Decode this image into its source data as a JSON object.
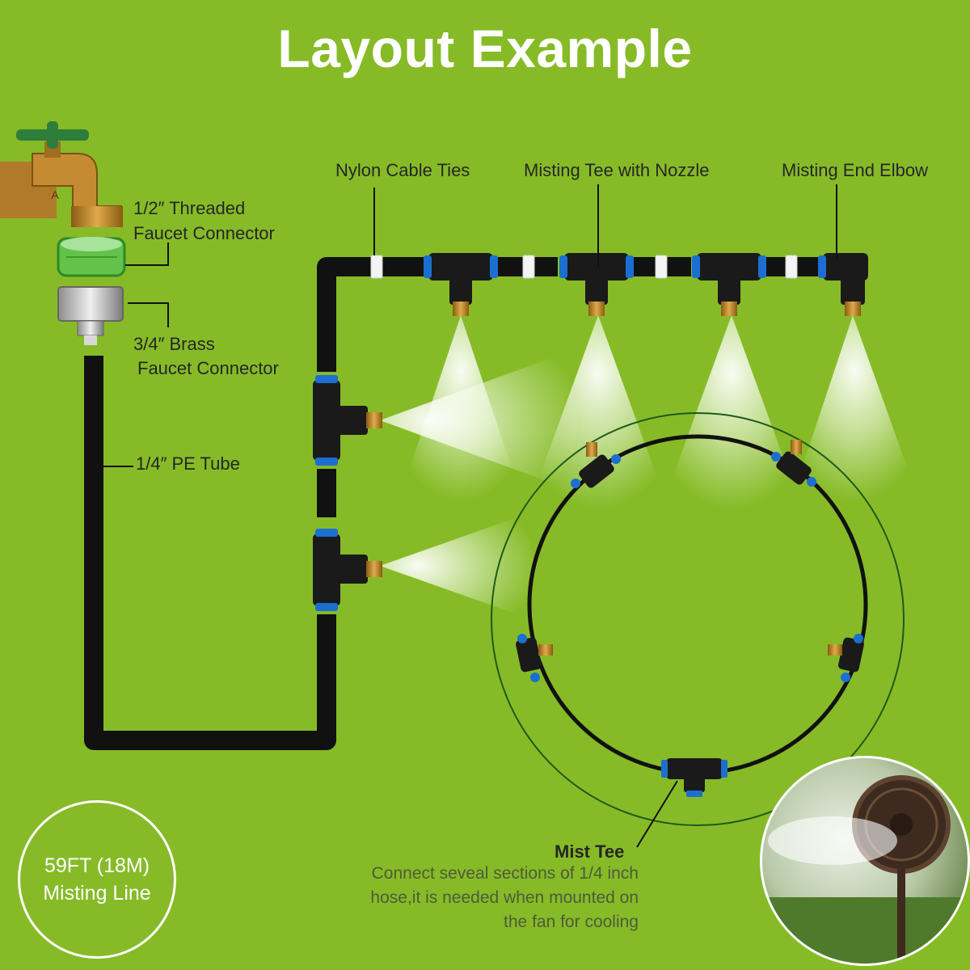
{
  "title": "Layout Example",
  "labels": {
    "cable_ties": "Nylon Cable Ties",
    "misting_tee": "Misting Tee with Nozzle",
    "end_elbow": "Misting End Elbow",
    "threaded_line1": "1/2″ Threaded",
    "threaded_line2": "Faucet Connector",
    "brass_line1": "3/4″ Brass",
    "brass_line2": "Faucet Connector",
    "pe_tube": "1/4″ PE Tube",
    "mist_tee": "Mist Tee"
  },
  "note": {
    "line1": "Connect seveal sections of 1/4 inch",
    "line2": "hose,it is needed when mounted on",
    "line3": "the fan for cooling"
  },
  "badge": {
    "line1": "59FT (18M)",
    "line2": "Misting Line"
  },
  "faucet_mark": "A",
  "colors": {
    "background": "#86bb27",
    "tube": "#111111",
    "connector_blue": "#1c6fd0",
    "nozzle_brass": "#c98a2e",
    "mist": "#ffffff"
  }
}
